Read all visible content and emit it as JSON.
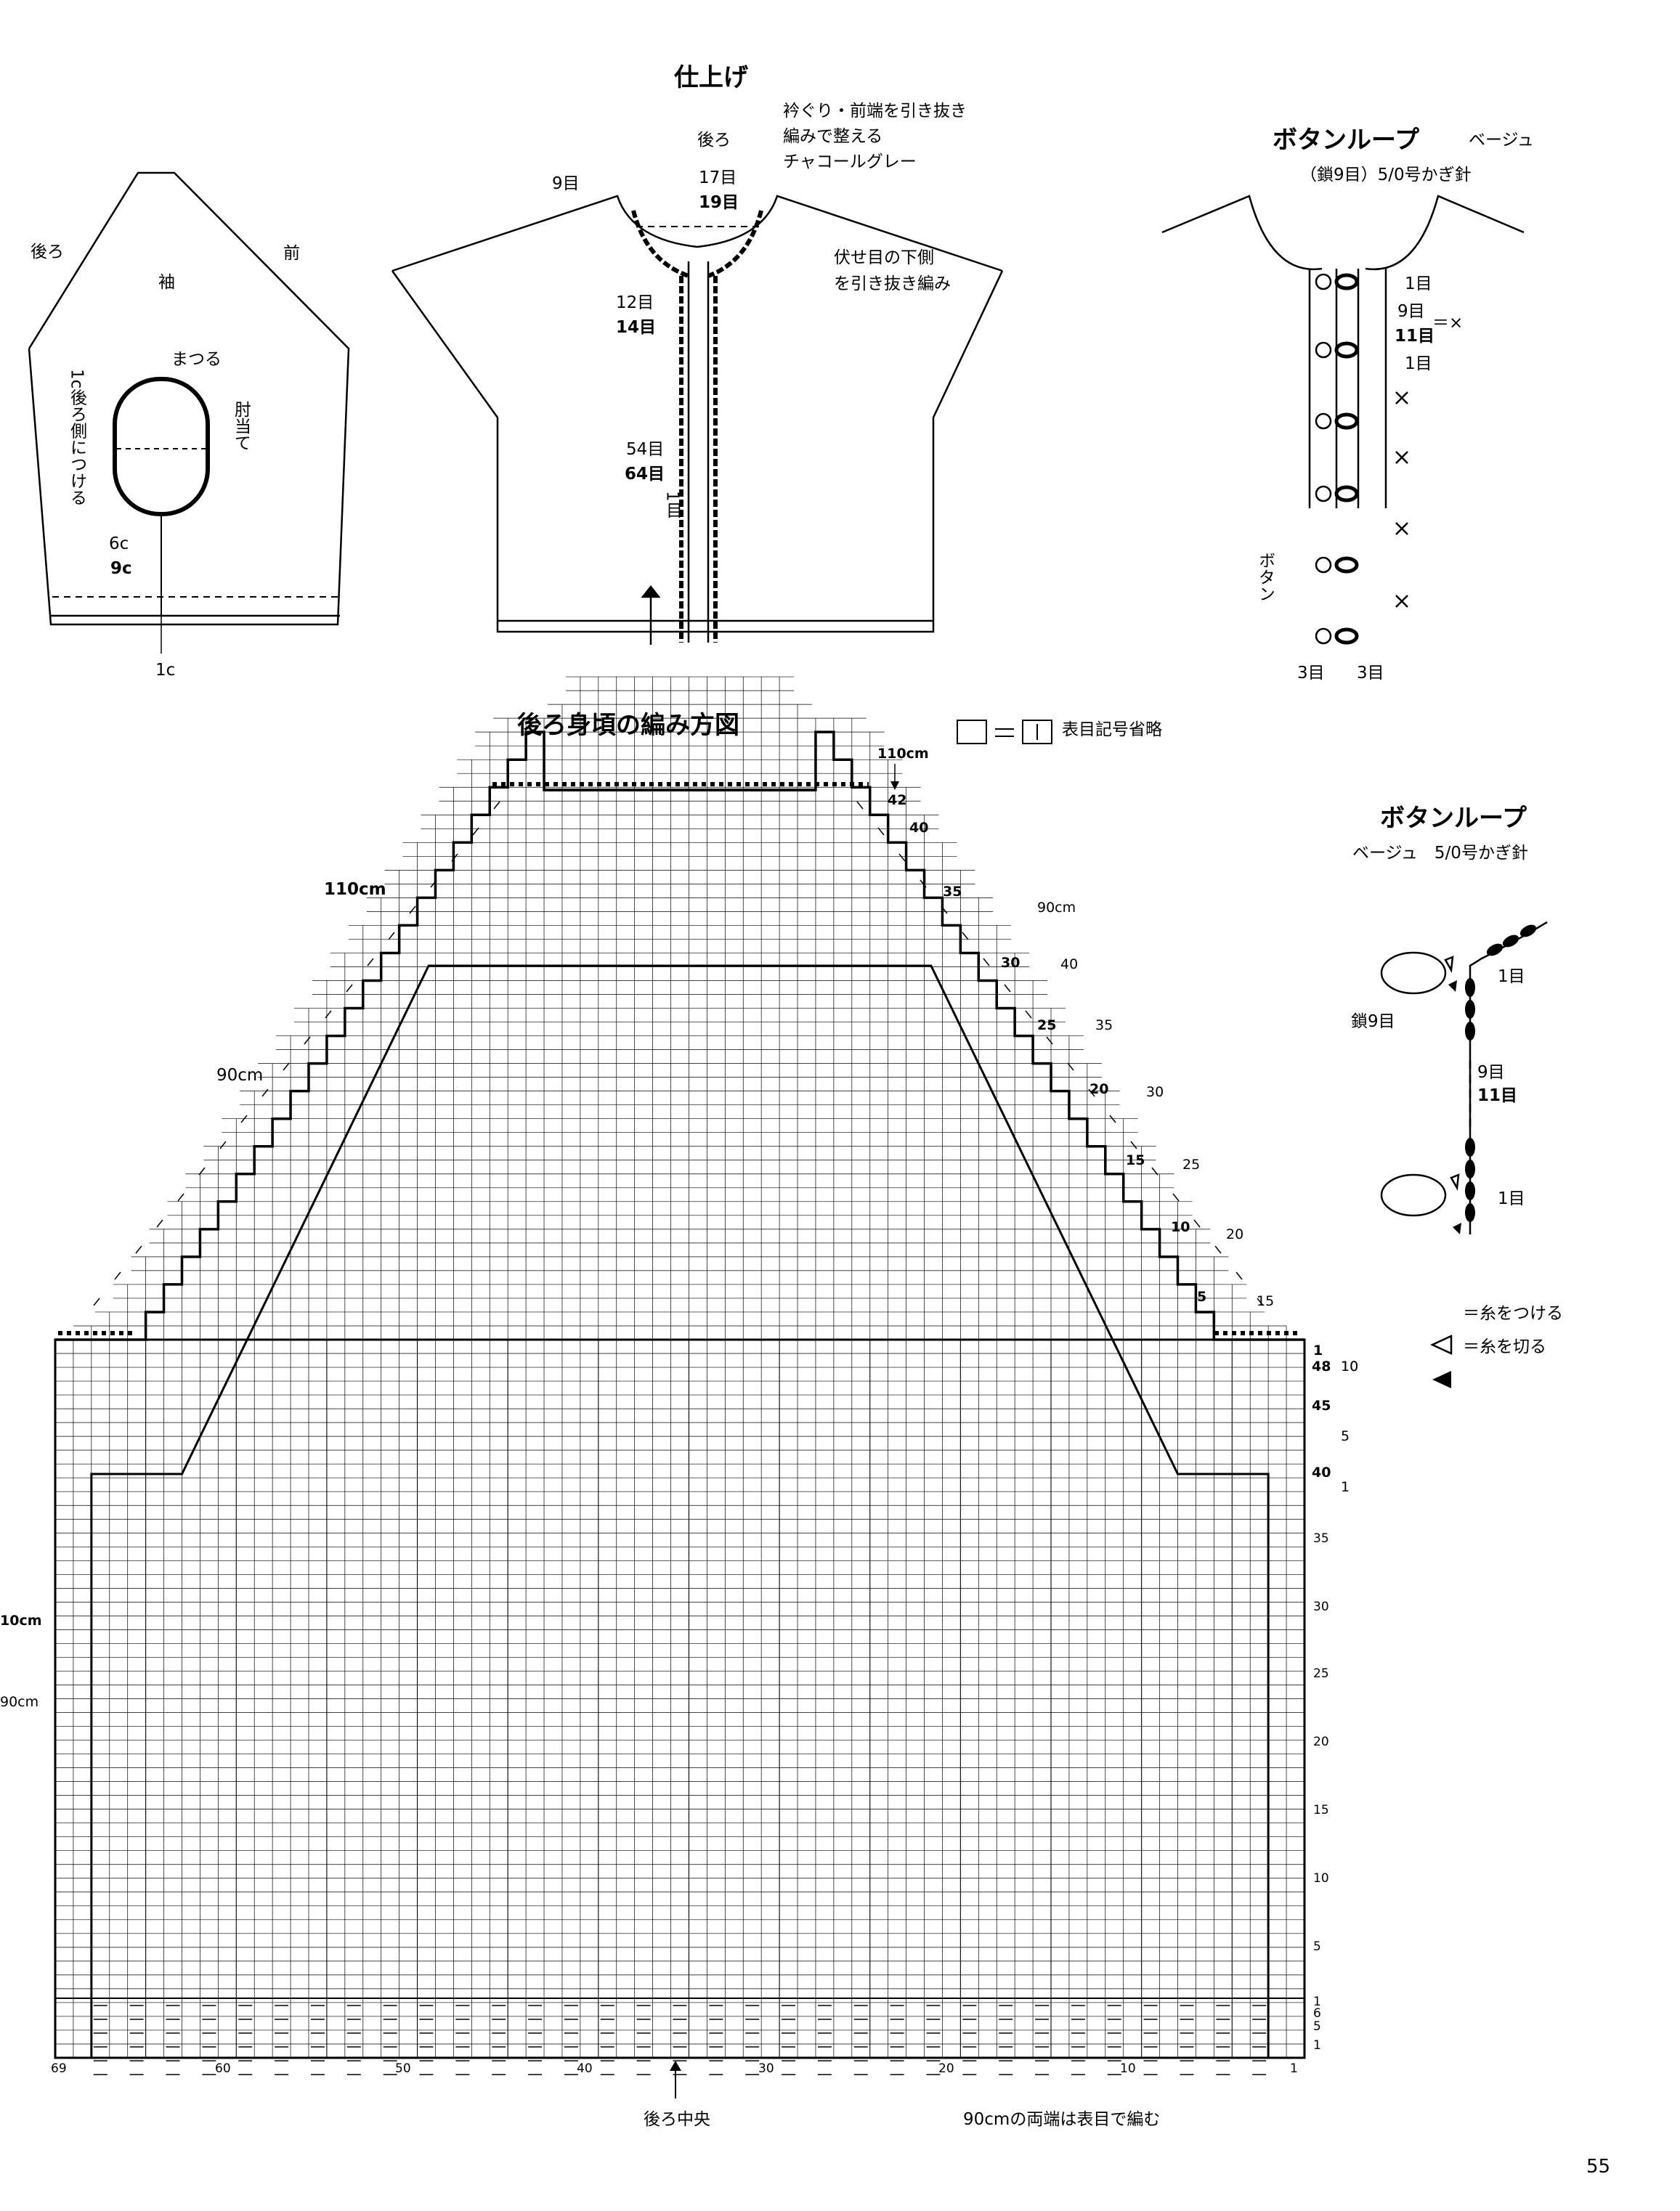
{
  "sleeve": {
    "back": "後ろ",
    "front": "前",
    "title": "袖",
    "sew": "まつる",
    "patch": "肘当て",
    "attach": "1c後ろ側につける",
    "c6": "6c",
    "c9": "9c",
    "c1": "1c"
  },
  "finishing": {
    "title": "仕上げ",
    "back": "後ろ",
    "note1": "衿ぐり・前端を引き抜き",
    "note2": "編みで整える",
    "note3": "チャコールグレー",
    "st17": "17目",
    "st19": "19目",
    "st9": "9目",
    "st12": "12目",
    "st14": "14目",
    "st54": "54目",
    "st64": "64目",
    "st1": "1目",
    "bind1": "伏せ目の下側",
    "bind2": "を引き抜き編み"
  },
  "loop_top": {
    "title": "ボタンループ",
    "color": "ベージュ",
    "spec": "（鎖9目）5/0号かぎ針",
    "st1a": "1目",
    "st9": "9目",
    "st11": "11目",
    "eqx": "＝×",
    "st1b": "1目",
    "button": "ボタン",
    "st3a": "3目",
    "st3b": "3目"
  },
  "chart": {
    "title": "後ろ身頃の編み方図",
    "legend": "表目記号省略",
    "w110top": "110cm",
    "w110": "110cm",
    "w90": "90cm",
    "w90r": "90cm",
    "back_center": "後ろ中央",
    "note": "90cmの両端は表目で編む",
    "l110": "10cm",
    "l90": "90cm",
    "right_bold": [
      "42",
      "40",
      "35",
      "30",
      "25",
      "20",
      "15",
      "10",
      "5",
      "1"
    ],
    "right_thin": [
      "40",
      "35",
      "30",
      "25",
      "20",
      "15",
      "10"
    ],
    "lower_bold": [
      "48",
      "45",
      "40"
    ],
    "lower_thin": [
      "10",
      "5",
      "1"
    ],
    "body_rows": [
      "35",
      "30",
      "25",
      "20",
      "15",
      "10",
      "5",
      "1",
      "6",
      "5"
    ],
    "bottom": [
      "69",
      "60",
      "50",
      "40",
      "30",
      "20",
      "10",
      "1"
    ],
    "one_top": "1"
  },
  "loop_detail": {
    "title": "ボタンループ",
    "spec": "ベージュ　5/0号かぎ針",
    "st1a": "1目",
    "chain": "鎖9目",
    "st9": "9目",
    "st11": "11目",
    "st1b": "1目",
    "attach": "＝糸をつける",
    "cut": "＝糸を切る"
  },
  "page_number": "55",
  "colors": {
    "ink": "#000000",
    "paper": "#ffffff"
  }
}
